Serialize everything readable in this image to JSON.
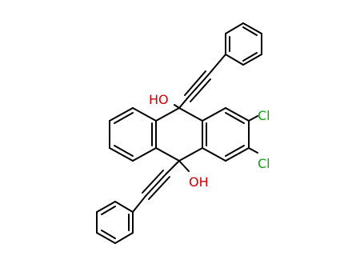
{
  "structure": {
    "atoms": [
      {
        "id": "oh_top",
        "text": "HO",
        "element": "O"
      },
      {
        "id": "oh_bottom",
        "text": "OH",
        "element": "O"
      },
      {
        "id": "cl_upper",
        "text": "Cl",
        "element": "Cl"
      },
      {
        "id": "cl_lower",
        "text": "Cl",
        "element": "Cl"
      }
    ],
    "colors": {
      "bond": "#000000",
      "O": "#cc0000",
      "Cl": "#13a013"
    }
  }
}
